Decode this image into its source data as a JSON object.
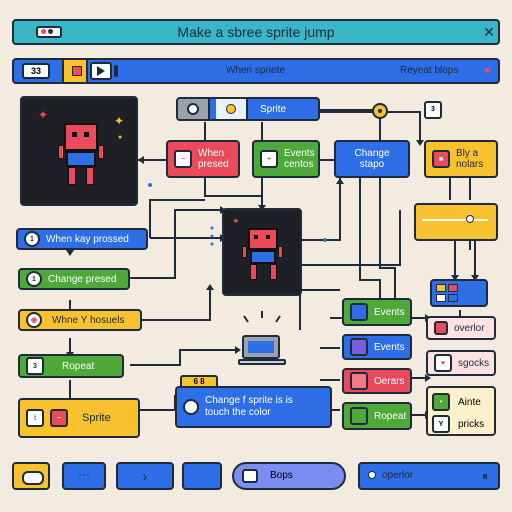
{
  "title_bar": {
    "title": "Make a sbree sprite jump",
    "close_glyph": "✕"
  },
  "toolbar": {
    "counter": "33",
    "header_left": "When spriete",
    "header_right": "Reyeat blops"
  },
  "blocks": {
    "sprite_top": "Sprite",
    "when_pressed": "When\npresed",
    "events_centos": "Events\ncentos",
    "change_stape": "Change\nstapo",
    "bly_nolars": "Bly a\nnolars",
    "when_key_pressed": "When kay prossed",
    "change_presed": "Change presed",
    "whne_y_hosuels": "Whne Y hosuels",
    "repeat_left": "Ropeat",
    "sprite_bottom": "Sprite",
    "change_sprite": "Change f sprite is is\ntouch the color",
    "change_sprite_tag": "6 8",
    "events_1": "Events",
    "events_2": "Events",
    "oerars": "Oerars",
    "ropeat_right": "Ropeat",
    "overlor": "overlor",
    "sgocks": "sgocks",
    "ainte": "Ainte",
    "pricks": "pricks",
    "pricks_tag": "Y"
  },
  "bottom_bar": {
    "bops": "Bops",
    "operator": "operlor"
  },
  "colors": {
    "background": "#f3ebe0",
    "blue": "#2e6ee6",
    "green": "#4ea83a",
    "red": "#ea4a5a",
    "yellow": "#f7c22e",
    "dark": "#1f2a3a",
    "teal_title": "#39b6c8"
  },
  "icons": [
    "record-dots-icon",
    "close-icon",
    "heart-icon",
    "flag-icon",
    "play-icon",
    "laptop-icon",
    "sprite-character"
  ]
}
